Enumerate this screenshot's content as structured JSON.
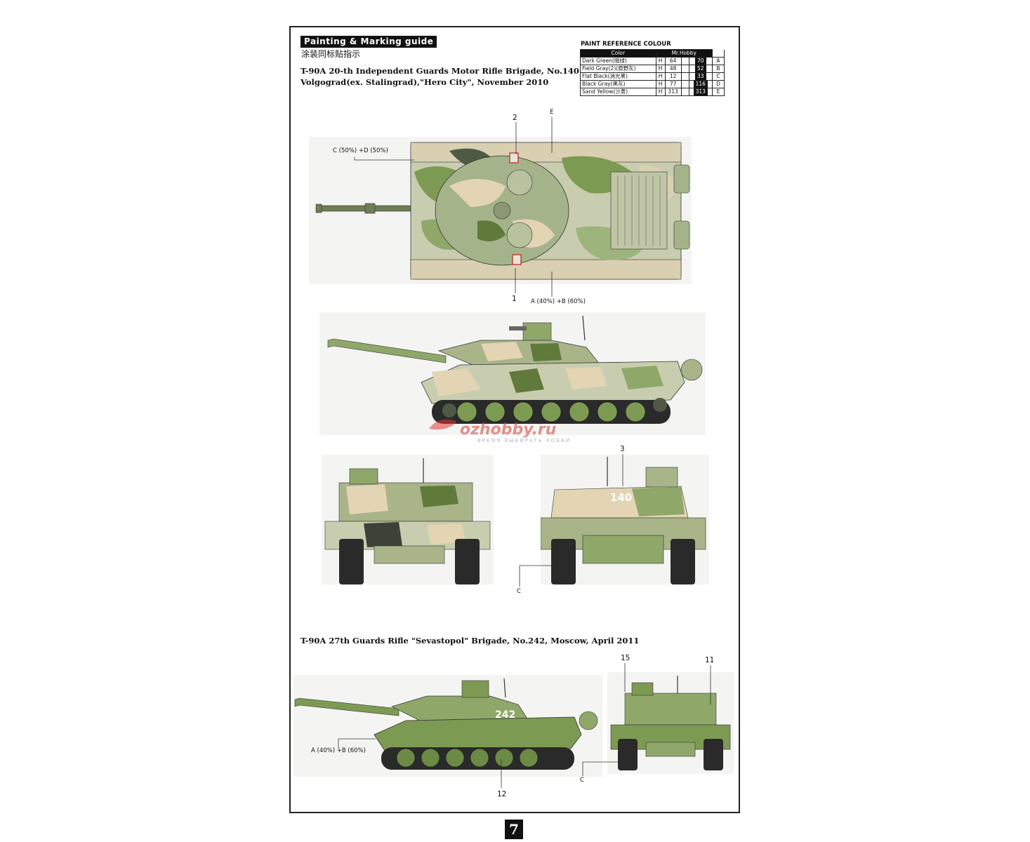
{
  "guide": {
    "badge": "Painting & Marking guide",
    "chinese": "涂装同标贴指示"
  },
  "scheme1": {
    "title_line1": "T-90A 20-th Independent Guards Motor Rifle Brigade, No.140",
    "title_line2": "Volgograd(ex. Stalingrad),\"Hero City\", November 2010"
  },
  "scheme2": {
    "title": "T-90A 27th Guards Rifle \"Sevastopol\" Brigade, No.242, Moscow, April 2011"
  },
  "paint_ref": {
    "title": "PAINT REFERENCE COLOUR",
    "col_color": "Color",
    "col_brand": "Mr.Hobby",
    "rows": [
      {
        "name": "Dark Green(暗绿)",
        "h": "H",
        "code": "64",
        "c": "70",
        "letter": "A"
      },
      {
        "name": "Field Gray(2)(原野灰)",
        "h": "H",
        "code": "48",
        "c": "52",
        "letter": "B"
      },
      {
        "name": "Flat Black(消光黑)",
        "h": "H",
        "code": "12",
        "c": "33",
        "letter": "C"
      },
      {
        "name": "Black Gray(黑灰)",
        "h": "H",
        "code": "77",
        "c": "116",
        "letter": "D"
      },
      {
        "name": "Sand Yellow(沙黄)",
        "h": "H",
        "code": "313",
        "c": "313",
        "letter": "E"
      }
    ]
  },
  "callouts": {
    "cd": "C (50%) +D (50%)",
    "ab_top": "A (40%) +B (60%)",
    "ab_bottom": "A (40%) +B (60%)",
    "c1": "C",
    "c2": "C",
    "e": "E",
    "n1": "1",
    "n2": "2",
    "n3": "3",
    "n11": "11",
    "n12": "12",
    "n15": "15",
    "hull_140": "140",
    "hull_242": "242"
  },
  "watermark": {
    "brand": "ozhobby.ru",
    "tagline": "ВРЕМЯ ВЫБИРАТЬ  ХОББИ"
  },
  "page_number": "7",
  "colors": {
    "dark_green": "#5f7a3a",
    "field_gray": "#a9b489",
    "flat_black": "#1c1c1c",
    "black_gray": "#4a4f45",
    "sand_yellow": "#e3d4b4"
  }
}
